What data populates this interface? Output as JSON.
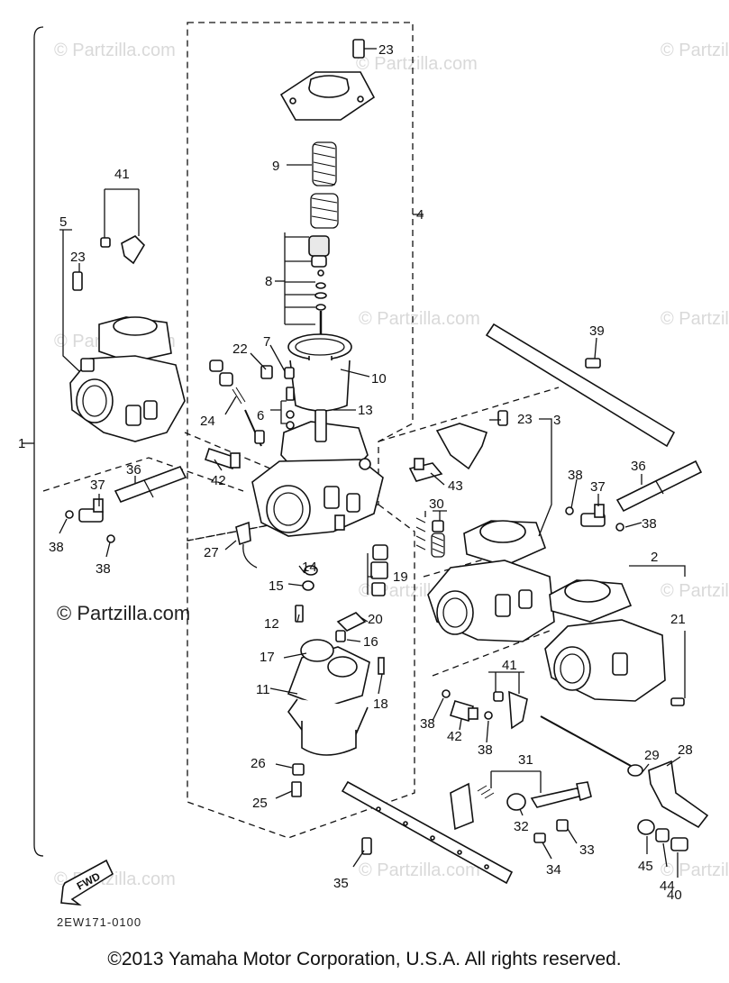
{
  "watermarks": {
    "small": "© Partzilla.com",
    "main": "© Partzilla.com"
  },
  "callouts": {
    "c1": "1",
    "c2": "2",
    "c3": "3",
    "c4": "4",
    "c5": "5",
    "c6": "6",
    "c7": "7",
    "c8": "8",
    "c9": "9",
    "c10": "10",
    "c11": "11",
    "c12": "12",
    "c13": "13",
    "c14": "14",
    "c15": "15",
    "c16": "16",
    "c17": "17",
    "c18": "18",
    "c19": "19",
    "c20": "20",
    "c21": "21",
    "c22": "22",
    "c23": "23",
    "c24": "24",
    "c25": "25",
    "c26": "26",
    "c27": "27",
    "c28": "28",
    "c29": "29",
    "c30": "30",
    "c31": "31",
    "c32": "32",
    "c33": "33",
    "c34": "34",
    "c35": "35",
    "c36": "36",
    "c37": "37",
    "c38": "38",
    "c39": "39",
    "c40": "40",
    "c41": "41",
    "c42": "42",
    "c43": "43",
    "c44": "44",
    "c45": "45"
  },
  "forward_arrow_label": "FWD",
  "diagram_code": "2EW171-0100",
  "copyright": "©2013  Yamaha Motor Corporation, U.S.A. All rights reserved."
}
